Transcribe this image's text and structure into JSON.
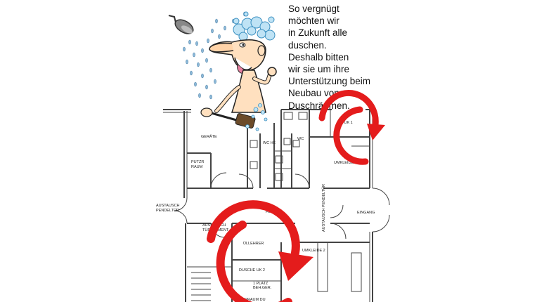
{
  "slogan_lines": [
    "So vergnügt",
    "möchten wir",
    "in Zukunft alle",
    "duschen.",
    "Deshalb bitten",
    "wir sie um ihre",
    "Unterstützung beim",
    "Neubau von",
    "Duschräumen."
  ],
  "plan_labels": {
    "geraete": "GERÄTE",
    "putzraum_1": "PUTZR",
    "putzraum_2": "RAUM",
    "wc_he": "WC HE",
    "wc_da": "WC",
    "dusche_uk1": "DU UK 1",
    "umkleide_1": "UMKLEIDE",
    "austausch_pendeltuer_left_1": "AUSTAUSCH",
    "austausch_pendeltuer_left_2": "PENDELTÜR",
    "flur": "FLUR",
    "eingang": "EINGANG",
    "austausch_pendeltuer_right": "AUSTAUSCH PENDELTÜR",
    "austausch_tuerelement_1": "AUSTAUSCH",
    "austausch_tuerelement_2": "TÜRELEMENT",
    "lueftung": "ÜLLEHRER",
    "umkleide_2": "UMKLEIDE 2",
    "dusche_uk2": "DUSCHE UK 2",
    "platz_behinderte_1": "1 PLATZ",
    "platz_behinderte_2": "BEH.GER.",
    "vorraum": "VORRAUM DU"
  },
  "colors": {
    "arrow_red": "#e41c1c",
    "wall": "#444444"
  },
  "icons": {
    "cartoon": "showering-man-cartoon",
    "arrow_small": "circular-arrow-icon",
    "arrow_large": "circular-arrow-icon"
  }
}
